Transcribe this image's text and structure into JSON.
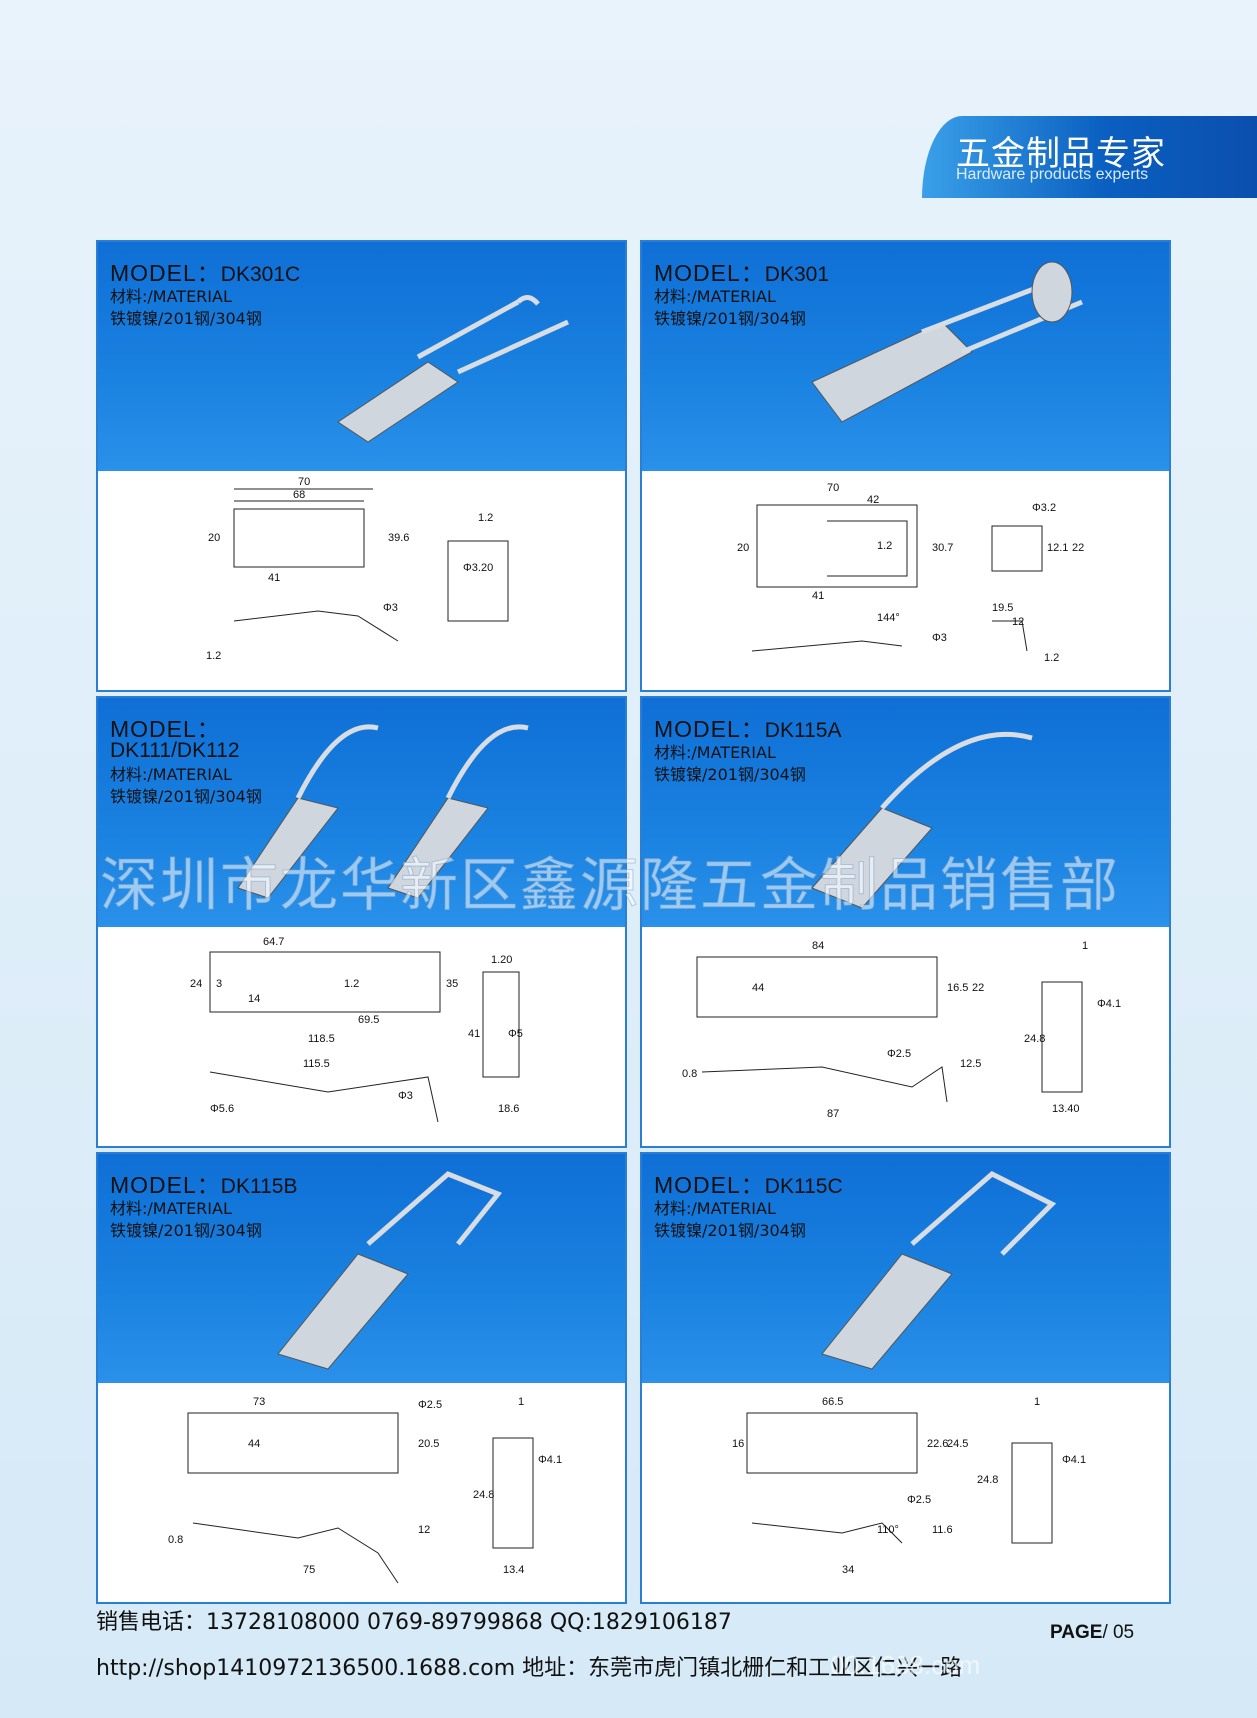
{
  "header": {
    "title_cn": "五金制品专家",
    "title_en": "Hardware products experts"
  },
  "panels": [
    {
      "model_label": "MODEL：",
      "model_code": "DK301C",
      "material_label": "材料:/MATERIAL",
      "material_value": "铁镀镍/201钢/304钢",
      "dims": [
        "70",
        "68",
        "20",
        "41",
        "39.6",
        "1.2",
        "Φ3.20",
        "Φ3",
        "1.2"
      ]
    },
    {
      "model_label": "MODEL：",
      "model_code": "DK301",
      "material_label": "材料:/MATERIAL",
      "material_value": "铁镀镍/201钢/304钢",
      "dims": [
        "70",
        "42",
        "20",
        "1.2",
        "41",
        "30.7",
        "Φ3.2",
        "12.1",
        "22",
        "144°",
        "Φ3",
        "19.5",
        "12",
        "1.2"
      ]
    },
    {
      "model_label": "MODEL：",
      "model_code": "DK111/DK112",
      "material_label": "材料:/MATERIAL",
      "material_value": "铁镀镍/201钢/304钢",
      "dims": [
        "64.7",
        "24",
        "3",
        "14",
        "1.2",
        "35",
        "69.5",
        "118.5",
        "1.20",
        "41",
        "Φ5",
        "115.5",
        "Φ3",
        "Φ5.6",
        "18.6"
      ]
    },
    {
      "model_label": "MODEL：",
      "model_code": "DK115A",
      "material_label": "材料:/MATERIAL",
      "material_value": "铁镀镍/201钢/304钢",
      "dims": [
        "84",
        "44",
        "16.5",
        "22",
        "1",
        "Φ4.1",
        "24.8",
        "Φ2.5",
        "12.5",
        "0.8",
        "87",
        "13.40"
      ]
    },
    {
      "model_label": "MODEL：",
      "model_code": "DK115B",
      "material_label": "材料:/MATERIAL",
      "material_value": "铁镀镍/201钢/304钢",
      "dims": [
        "73",
        "Φ2.5",
        "44",
        "20.5",
        "1",
        "Φ4.1",
        "24.8",
        "12",
        "0.8",
        "75",
        "13.4"
      ]
    },
    {
      "model_label": "MODEL：",
      "model_code": "DK115C",
      "material_label": "材料:/MATERIAL",
      "material_value": "铁镀镍/201钢/304钢",
      "dims": [
        "66.5",
        "16",
        "22.6",
        "24.5",
        "1",
        "Φ4.1",
        "24.8",
        "Φ2.5",
        "110°",
        "11.6",
        "34"
      ]
    }
  ],
  "watermark": "深圳市龙华新区鑫源隆五金制品销售部",
  "footer": {
    "phone_line": "销售电话：13728108000  0769-89799868  QQ:1829106187",
    "url_line": "http://shop1410972136500.1688.com  地址：东莞市虎门镇北栅仁和工业区仁兴一路",
    "url_watermark": "00.1688.com",
    "page_label": "PAGE",
    "page_number": "/ 05"
  }
}
